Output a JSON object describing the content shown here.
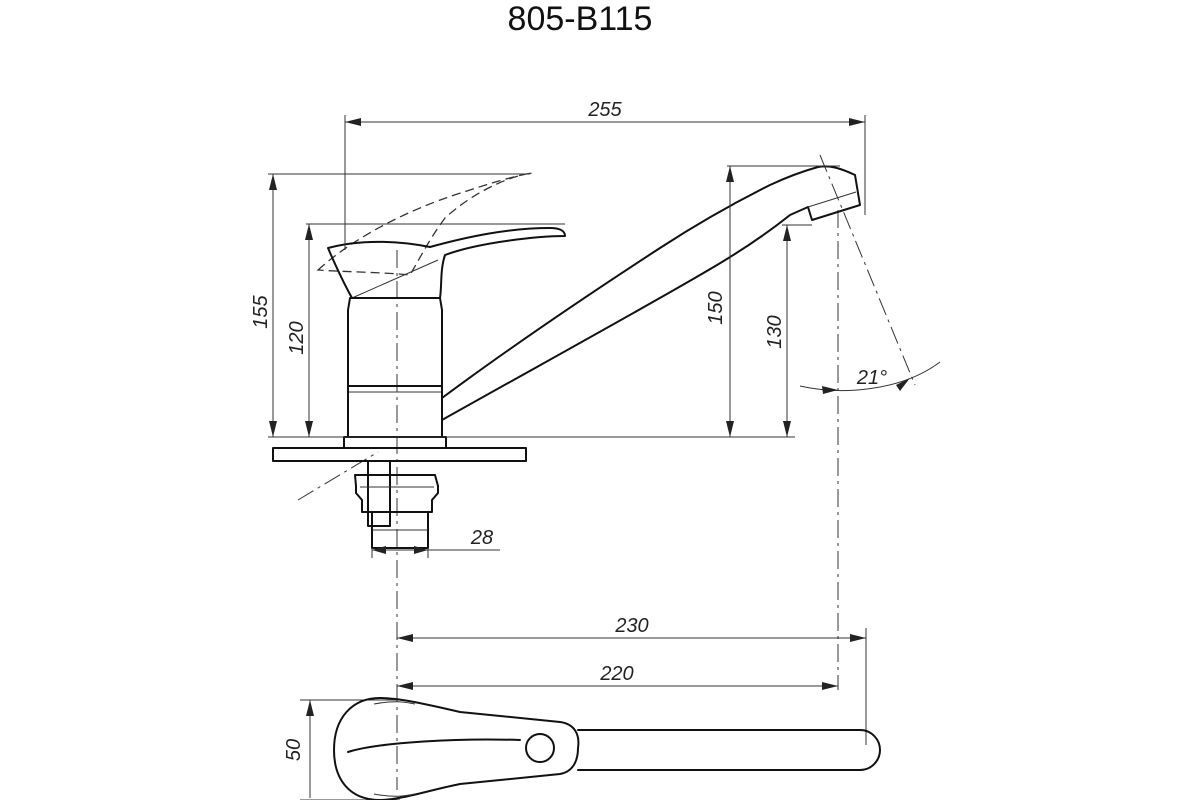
{
  "title": "805-B115",
  "dimensions": {
    "total_length": "255",
    "total_height": "155",
    "body_height": "120",
    "spout_height": "150",
    "spout_outlet_height": "130",
    "tilt_angle": "21°",
    "shank_diameter": "28",
    "reach_outer": "230",
    "reach_inner": "220",
    "body_width": "50"
  }
}
